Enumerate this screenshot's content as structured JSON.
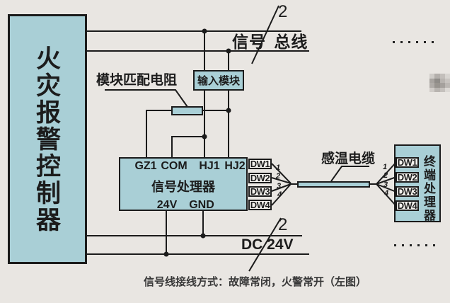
{
  "controller": {
    "label": "火灾报警控制器"
  },
  "signal_bus": {
    "label": "信号 总线",
    "wire_count": "2"
  },
  "matching_resistor": {
    "label": "模块匹配电阻"
  },
  "input_module": {
    "label": "输入模块"
  },
  "signal_processor": {
    "label": "信号处理器",
    "terminals_top": [
      "GZ1",
      "COM",
      "HJ1",
      "HJ2"
    ],
    "terminals_bottom": [
      "24V",
      "GND"
    ],
    "ports": [
      "DW1",
      "DW2",
      "DW3",
      "DW4"
    ]
  },
  "sensing_cable": {
    "label": "感温电缆",
    "wire_numbers": [
      "1",
      "2",
      "3",
      "4"
    ]
  },
  "terminal_processor": {
    "label": "终端处理器",
    "ports": [
      "DW1",
      "DW2",
      "DW3",
      "DW4"
    ]
  },
  "dc_power": {
    "label": "DC 24V",
    "wire_count": "2"
  },
  "caption": "信号线接线方式：故障常闭，火警常开（左图）",
  "ellipsis_top": "······",
  "ellipsis_bottom": "······",
  "colors": {
    "background": "#e9e6e2",
    "panel_fill": "#a9cfd6",
    "line": "#1b1b1b",
    "caption_text": "#383838"
  }
}
